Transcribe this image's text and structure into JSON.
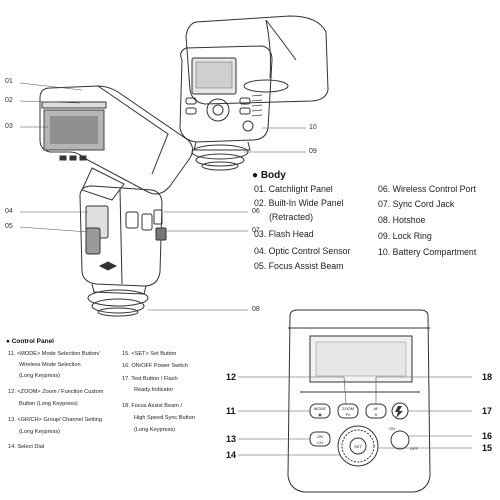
{
  "callouts_top": [
    "01",
    "02",
    "03",
    "04",
    "05",
    "06",
    "07",
    "08",
    "09",
    "10"
  ],
  "body_section": {
    "title": "Body",
    "items_left": [
      "01. Catchlight Panel",
      "02. Built-In Wide Panel",
      "(Retracted)",
      "03. Flash Head",
      "04. Optic Control Sensor",
      "05. Focus Assist Beam"
    ],
    "items_right": [
      "06. Wireless Control Port",
      "07. Sync Cord Jack",
      "08. Hotshoe",
      "09. Lock Ring",
      "10. Battery Compartment"
    ]
  },
  "control_panel": {
    "title": "Control Panel",
    "items_left": [
      "11. <MODE> Mode Selection Button/",
      "Wireless Mode Selection",
      "(Long Keypress)",
      "12. <ZOOM> Zoom / Function Custom",
      "Button (Long Keypress)",
      "13. <GR/CH> Group/ Channel Setting",
      "(Long Keypress)",
      "14. Select Dial"
    ],
    "items_right": [
      "15. <SET> Set Button",
      "16. ON/OFF Power Switch",
      "17. Test Button / Flash",
      "Ready Indicator",
      "18. Focus Assist Beam /",
      "High Speed Sync Button",
      "(Long Keypress)"
    ]
  },
  "panel_callouts": [
    "11",
    "12",
    "13",
    "14",
    "15",
    "16",
    "17",
    "18"
  ],
  "panel_buttons": {
    "mode_top": "MODE",
    "mode_bottom": "◉",
    "zoom_top": "ZOOM",
    "zoom_bottom": "Fn",
    "af_top": "AF",
    "af_bottom": "S",
    "gr_top": "GR",
    "gr_bottom": "CH",
    "set": "SET",
    "on": "ON",
    "off": "OFF"
  }
}
